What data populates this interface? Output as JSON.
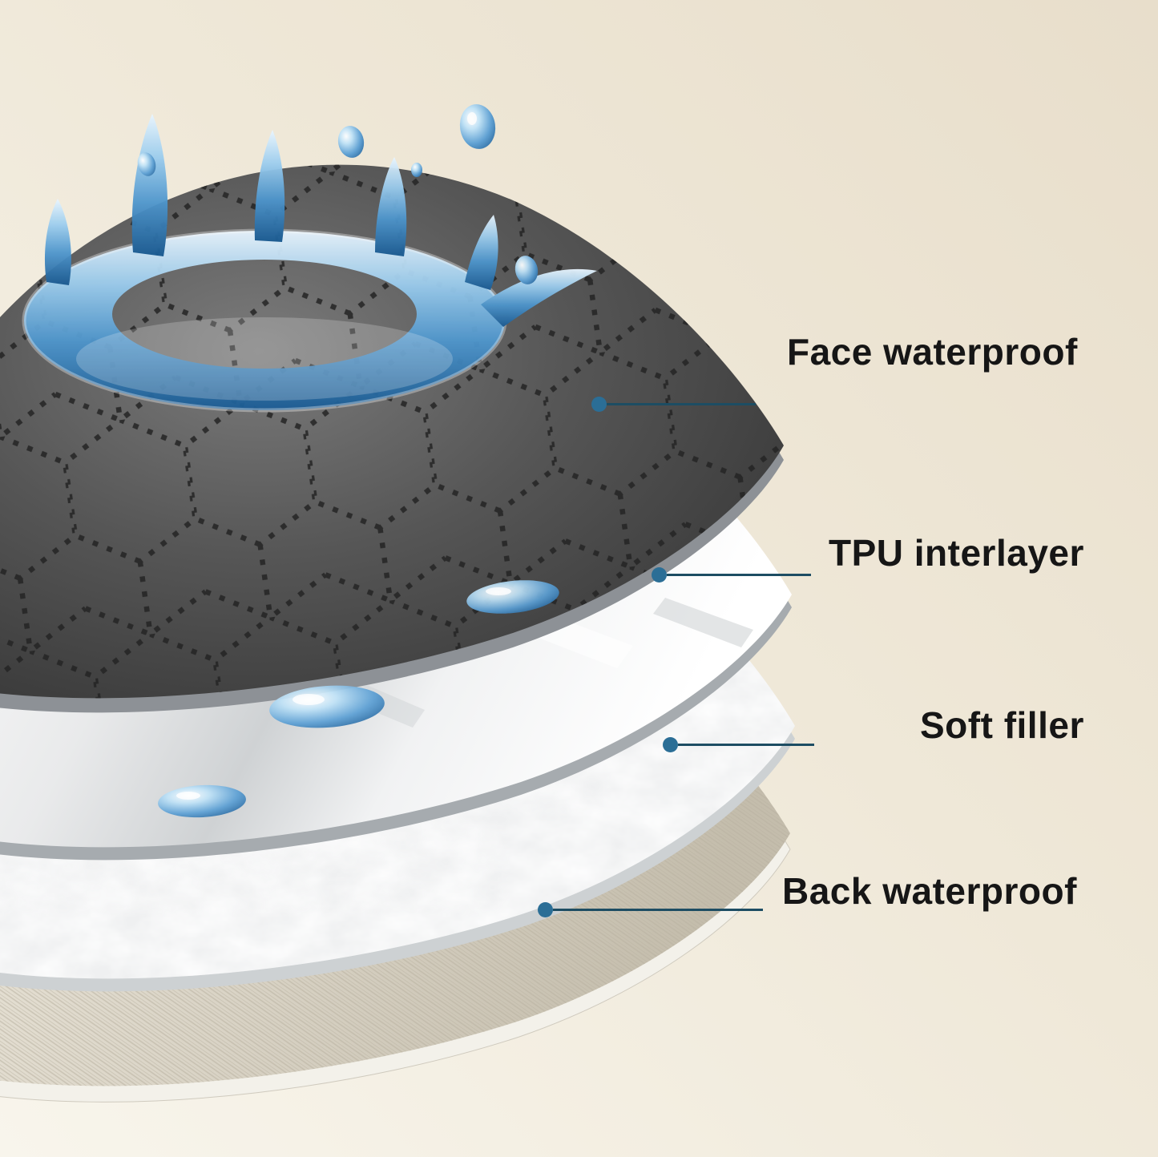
{
  "diagram": {
    "type": "product-layer-diagram",
    "background": {
      "top_right": "#e8decb",
      "bottom_left": "#f8f5ec"
    },
    "callout": {
      "line_color": "#1d4d63",
      "dot_color": "#2b6e96",
      "text_color": "#161616"
    },
    "layers": [
      {
        "label": "Face waterproof",
        "icon": "dark-quilted-fabric-layer",
        "color": "#4a4a4a"
      },
      {
        "label": "TPU interlayer",
        "icon": "glossy-membrane-layer",
        "color": "#ededee"
      },
      {
        "label": "Soft filler",
        "icon": "fleece-padding-layer",
        "color": "#f4f4f5"
      },
      {
        "label": "Back waterproof",
        "icon": "woven-backing-layer",
        "color": "#d9d3c6"
      }
    ],
    "decorations": [
      {
        "icon": "water-splash"
      },
      {
        "icon": "water-droplets"
      }
    ]
  }
}
